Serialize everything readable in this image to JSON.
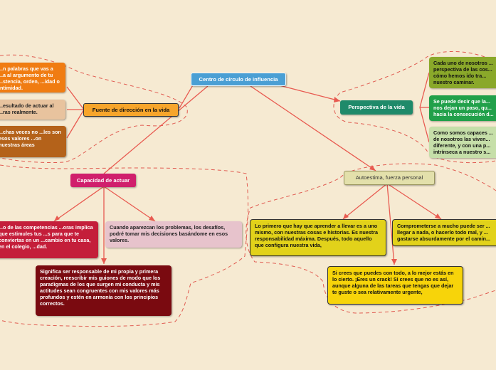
{
  "center": {
    "label": "Centro de círculo de influencia",
    "color": "#4a9fd4"
  },
  "fuente": {
    "label": "Fuente de dirección en la vida",
    "color": "#f7a52b",
    "children": [
      {
        "text": "...n palabras que vas a ...a al argumento de tu ...stencia, orden, ...idad o intimidad.",
        "color": "#f07c12"
      },
      {
        "text": "...esultado de actuar al ...ras realmente.",
        "color": "#e8c39e"
      },
      {
        "text": "...chas veces no ...les son esos valores ...on nuestras áreas",
        "color": "#b4621a"
      }
    ]
  },
  "perspectiva": {
    "label": "Perspectiva de la vida",
    "color": "#1f8a6a",
    "children": [
      {
        "text": "Cada uno de nosotros ... perspectiva de las cos... cómo hemos ido tra... nuestro caminar.",
        "color": "#8aa82a"
      },
      {
        "text": "Se puede decir que la... nos dejan un paso, qu... hacia la consecución d...",
        "color": "#21a04a"
      },
      {
        "text": "Como somos capaces ... de nosotros las viven... diferente, y con una p... intrínseca a nuestro s...",
        "color": "#c6dfa9"
      }
    ]
  },
  "capacidad": {
    "label": "Capacidad de actuar",
    "color": "#d01f6c",
    "children": [
      {
        "text": "...o de las competencias ...oras implica que estimules tus ...s para que te conviertas en un ...cambio en tu casa, en el colegio, ...dad.",
        "color": "#c41e3a"
      },
      {
        "text": "Cuando aparezcan los problemas, los desafíos, podré tomar mis decisiones basándome en esos valores.",
        "color": "#e7c3cc"
      },
      {
        "text": "Significa ser responsable de mi propia y primera creación, reescribir mis guiones de modo que los paradigmas de los que surgen mi conducta y mis actitudes sean congruentes con mis valores más profundos y estén en armonía con los principios correctos.",
        "color": "#7a0a10"
      }
    ]
  },
  "autoestima": {
    "label": "Autoestima, fuerza personal",
    "color": "#e3e0ab",
    "children": [
      {
        "text": "Lo primero que hay que aprender a llevar es a uno mismo, con nuestras cosas e historias. Es nuestra responsabilidad máxima. Después, todo aquello que configura nuestra vida,",
        "color": "#e2d21a"
      },
      {
        "text": "Comprometerse a mucho puede ser ... llegar a nada, o hacerlo todo mal, y ... gastarse absurdamente por el camin...",
        "color": "#e2d21a"
      },
      {
        "text": "Si crees que puedes con todo, a lo mejor estás en lo cierto. ¡Eres un crack! Si crees que no es así, aunque alguna de las tareas que tengas que dejar te guste o sea relativamente urgente,",
        "color": "#f7d40a"
      }
    ]
  },
  "colors": {
    "background": "#f6ead2",
    "link": "#e85a50",
    "dashed": "#e05a50"
  }
}
